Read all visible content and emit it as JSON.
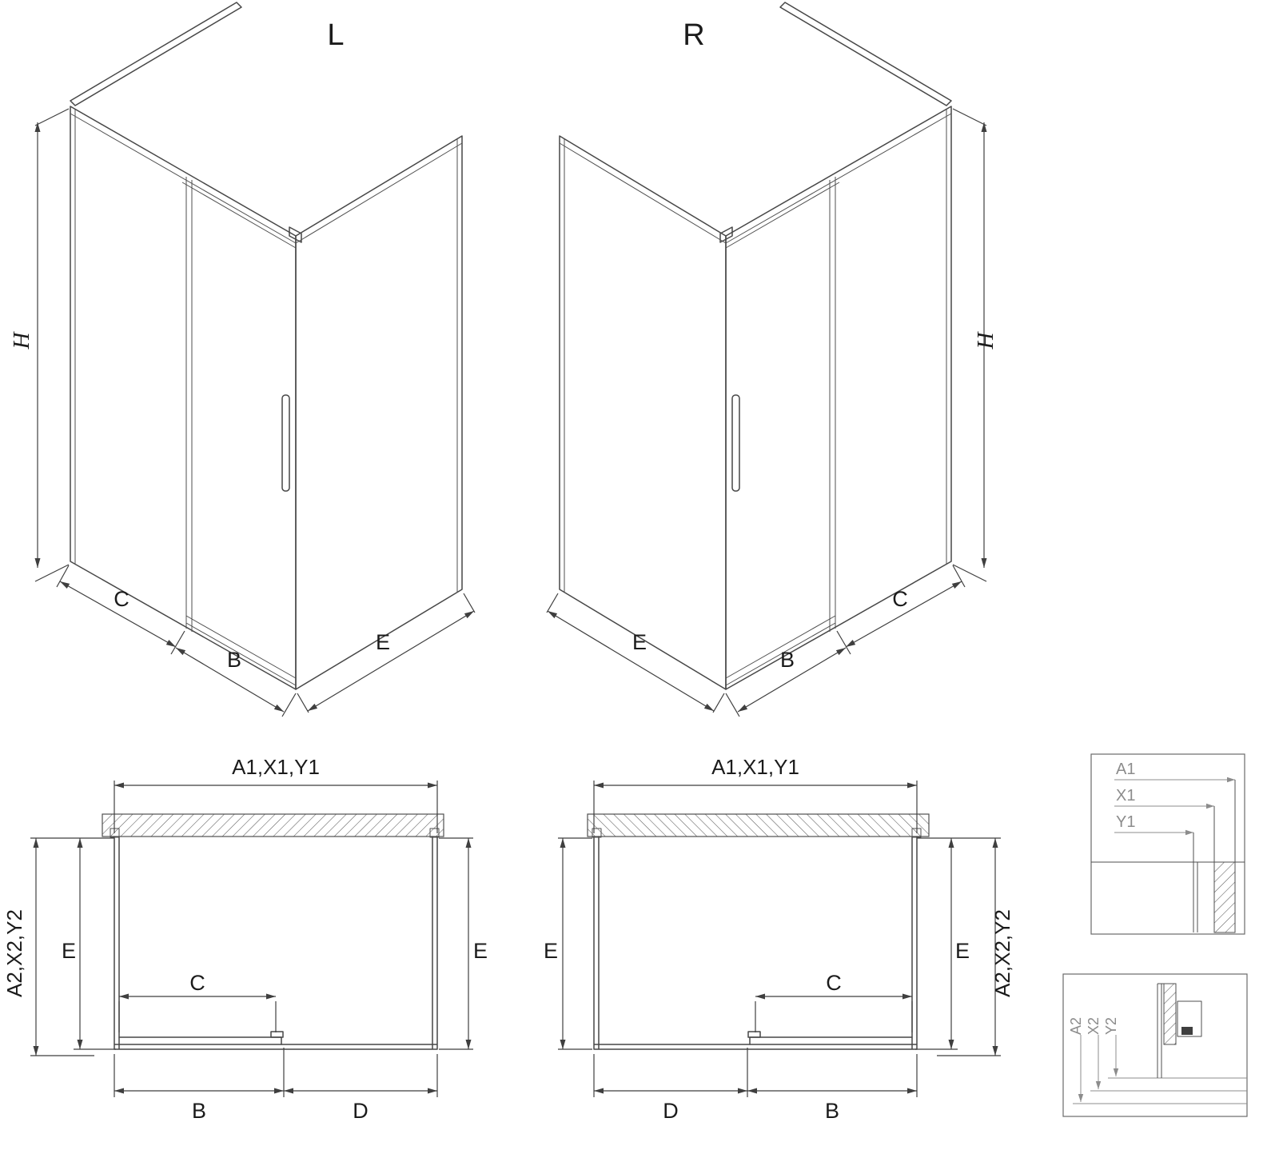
{
  "diagram": {
    "iso_left": {
      "variant_label": "L",
      "dim_h": "H",
      "dim_c": "C",
      "dim_b": "B",
      "dim_e": "E"
    },
    "iso_right": {
      "variant_label": "R",
      "dim_h": "H",
      "dim_c": "C",
      "dim_b": "B",
      "dim_e": "E"
    },
    "plan_left": {
      "dim_top": "A1,X1,Y1",
      "dim_side": "A2,X2,Y2",
      "dim_e_left": "E",
      "dim_e_right": "E",
      "dim_c": "C",
      "dim_b": "B",
      "dim_d": "D"
    },
    "plan_right": {
      "dim_top": "A1,X1,Y1",
      "dim_side": "A2,X2,Y2",
      "dim_e_left": "E",
      "dim_e_right": "E",
      "dim_c": "C",
      "dim_b": "B",
      "dim_d": "D"
    },
    "detail_top": {
      "dim_a1": "A1",
      "dim_x1": "X1",
      "dim_y1": "Y1"
    },
    "detail_bottom": {
      "dim_a2": "A2",
      "dim_x2": "X2",
      "dim_y2": "Y2"
    },
    "colors": {
      "line": "#474747",
      "dim_line": "#3f3f3f",
      "detail_line": "#8c8c8c",
      "text": "#1b1b1b",
      "background": "#ffffff"
    }
  }
}
